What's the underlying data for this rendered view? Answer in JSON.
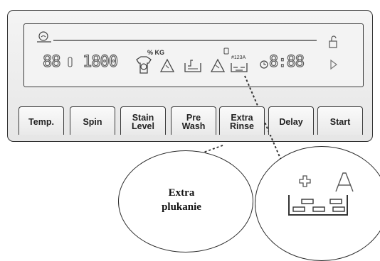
{
  "display": {
    "temp_digits": "88",
    "spin_digits": "1800",
    "time_digits": "8:88",
    "weight_label": "% KG",
    "extra_rinse_label": "#123A"
  },
  "buttons": [
    {
      "label": "Temp."
    },
    {
      "label": "Spin"
    },
    {
      "label": "Stain\nLevel"
    },
    {
      "label": "Pre\nWash"
    },
    {
      "label": "Extra\nRinse"
    },
    {
      "label": "Delay"
    },
    {
      "label": "Start"
    }
  ],
  "callouts": {
    "left_text": "Extra\nplukanie"
  }
}
